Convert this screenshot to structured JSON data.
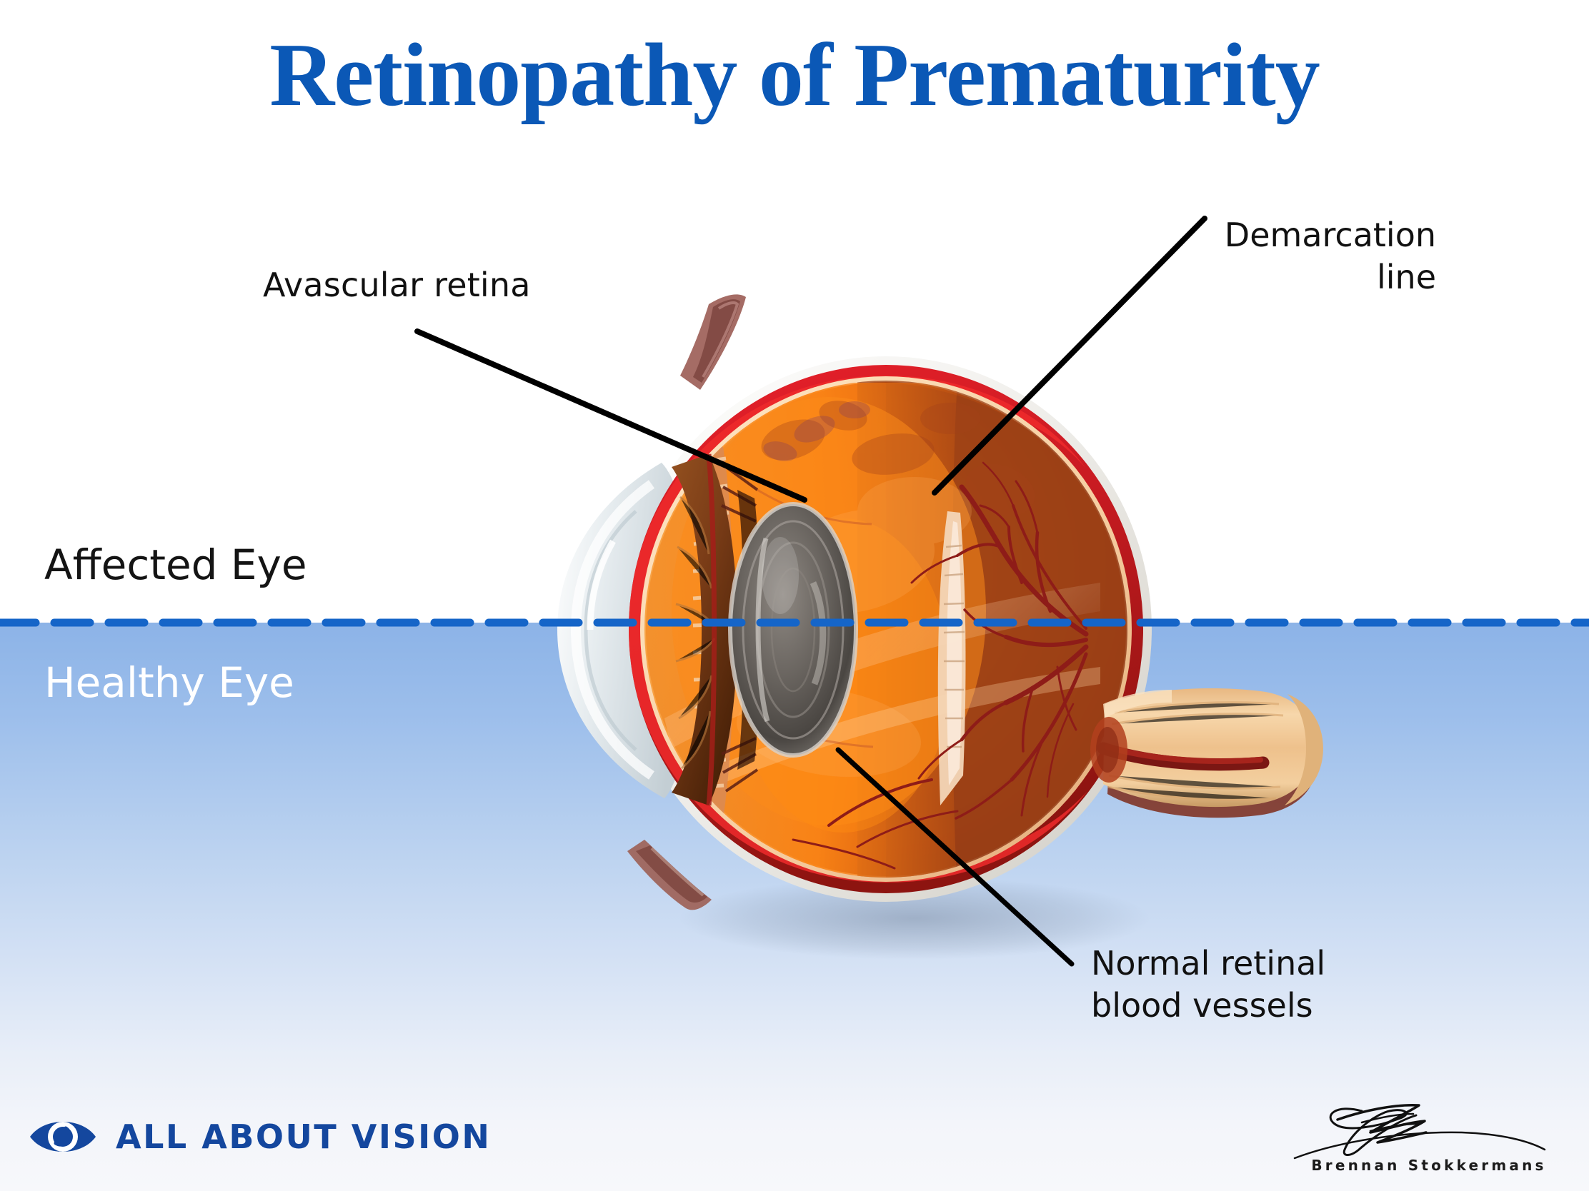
{
  "page": {
    "title": "Retinopathy of Prematurity",
    "title_color": "#0b58b6"
  },
  "sections": {
    "affected_label": "Affected Eye",
    "healthy_label": "Healthy Eye",
    "divider_color": "#1565c8"
  },
  "callouts": {
    "avascular": "Avascular retina",
    "demarcation_line1": "Demarcation",
    "demarcation_line2": "line",
    "normal_line1": "Normal retinal",
    "normal_line2": "blood vessels"
  },
  "brand": {
    "logo_text": "ALL ABOUT VISION",
    "logo_color": "#14479e"
  },
  "credit": {
    "artist": "Brennan Stokkermans"
  },
  "palette": {
    "sclera": "#f2f1ee",
    "choroid_red": "#d8242b",
    "retina_orange": "#ec7016",
    "retina_dark": "#a93915",
    "optic_nerve": "#f0c391",
    "vessel_red": "#8e1c18",
    "lens_gray": "#5d5854",
    "iris_brown": "#8a4a22",
    "bg_blue": "#8cb3e7"
  }
}
